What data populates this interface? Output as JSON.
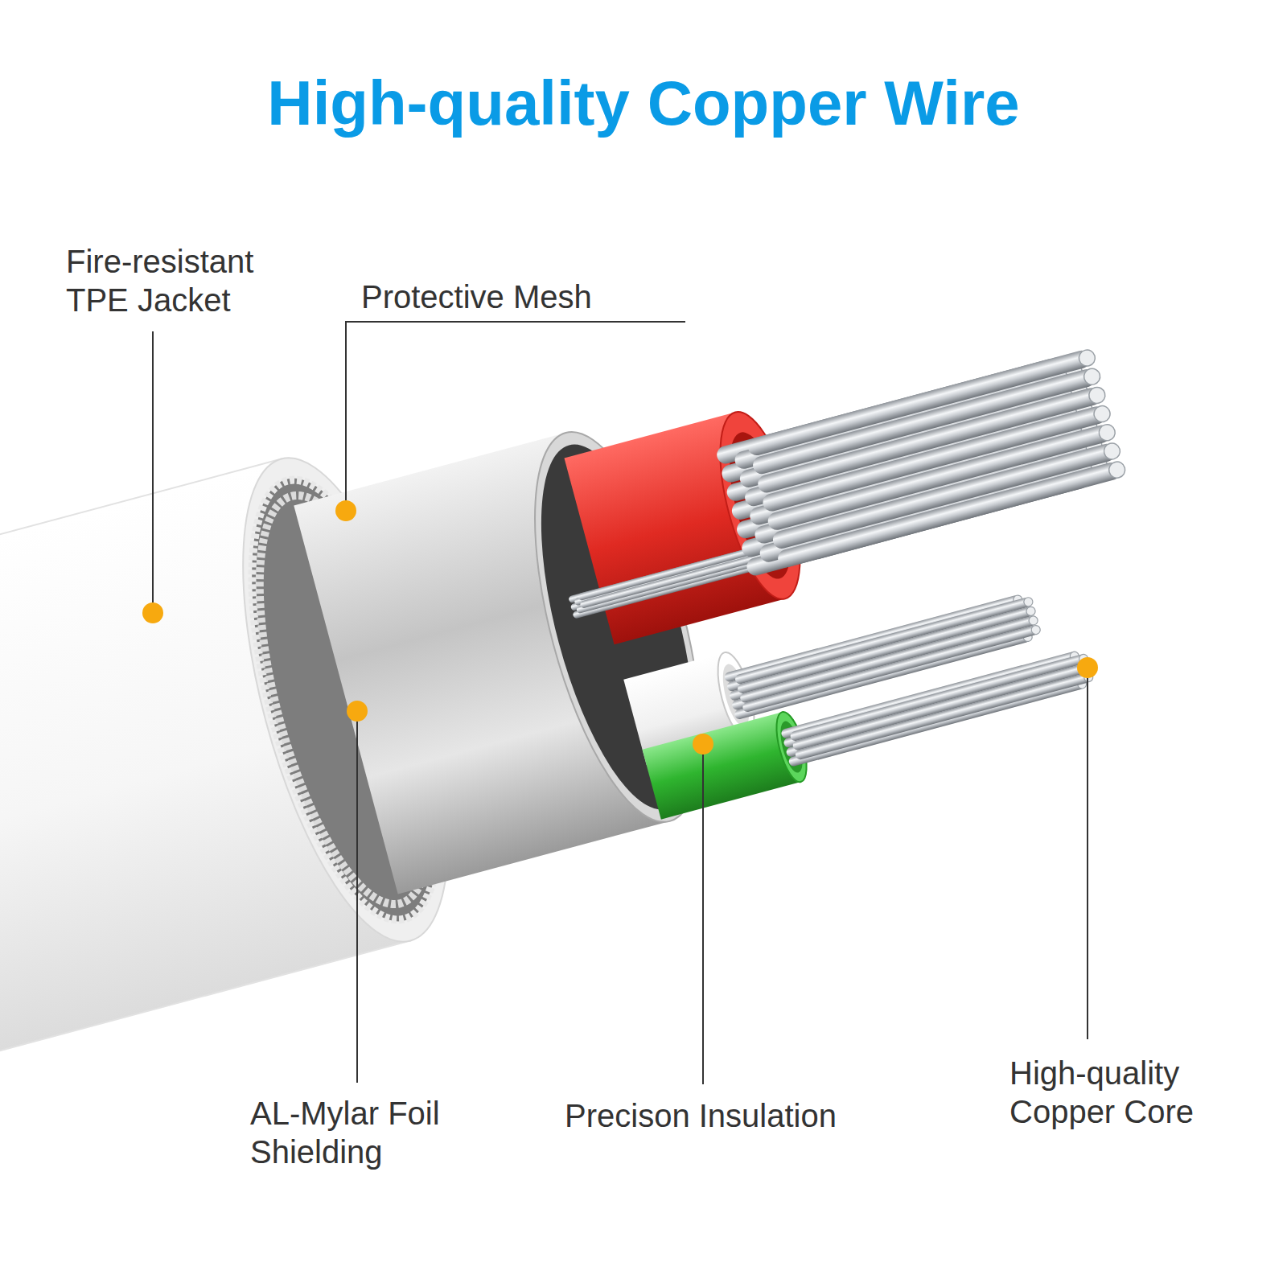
{
  "diagram": {
    "title": "High-quality Copper Wire",
    "labels": [
      "Fire-resistant TPE Jacket",
      "Protective Mesh",
      "AL-Mylar Foil Shielding",
      "Precison Insulation",
      "High-quality Copper Core"
    ]
  }
}
